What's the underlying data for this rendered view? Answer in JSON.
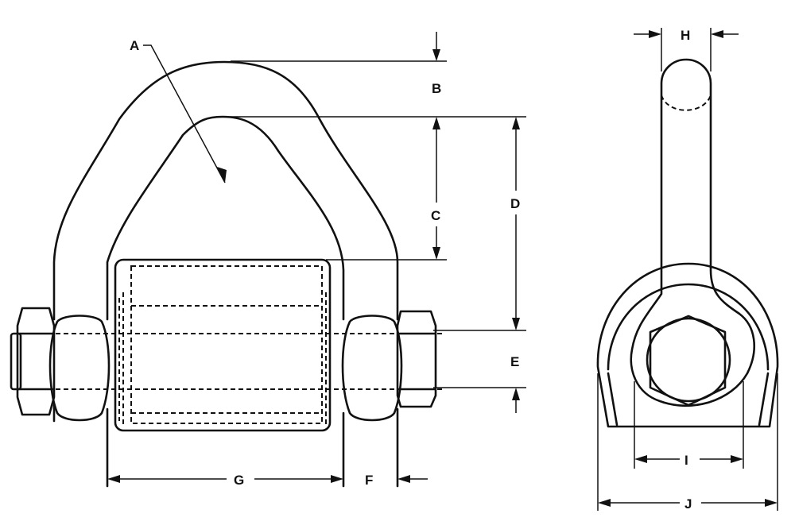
{
  "diagram": {
    "labels": {
      "a": "A",
      "b": "B",
      "c": "C",
      "d": "D",
      "e": "E",
      "f": "F",
      "g": "G",
      "h": "H",
      "i": "I",
      "j": "J"
    },
    "line_color": "#111111",
    "background": "#ffffff"
  }
}
